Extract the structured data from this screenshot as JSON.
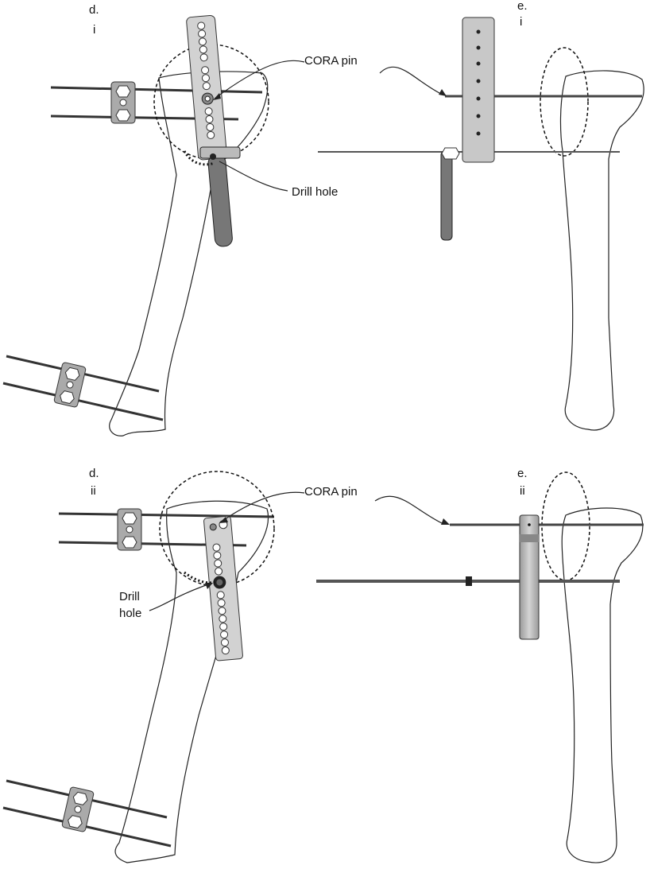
{
  "panels": [
    {
      "letter": "d.",
      "numeral": "i"
    },
    {
      "letter": "e.",
      "numeral": "i"
    },
    {
      "letter": "d.",
      "numeral": "ii"
    },
    {
      "letter": "e.",
      "numeral": "ii"
    }
  ],
  "callouts": {
    "cora_pin": "CORA pin",
    "drill_hole": "Drill hole",
    "drill_hole_line1": "Drill",
    "drill_hole_line2": "hole"
  }
}
